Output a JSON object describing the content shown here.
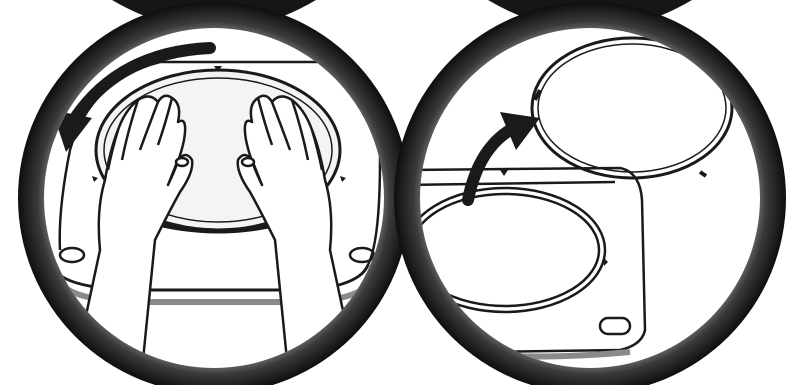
{
  "figure": {
    "panels": [
      {
        "id": "panel-1",
        "depicts": "hands-rotating-lid-ring",
        "arrow_direction": "counterclockwise",
        "icons": [
          "hand-left-icon",
          "hand-right-icon",
          "rotate-arrow-icon",
          "lid-ring-icon",
          "base-tray-icon"
        ]
      },
      {
        "id": "panel-2",
        "depicts": "lift-ring-off-base",
        "arrow_direction": "up",
        "icons": [
          "lift-arrow-icon",
          "lid-ring-icon",
          "base-tray-icon"
        ]
      }
    ],
    "colors": {
      "line": "#1a1a1a",
      "frame_dark": "#161616",
      "frame_light": "#9a9a9a",
      "ring_fill": "#f4f4f4",
      "gasket_gray": "#8a8a8a",
      "background": "#ffffff"
    }
  }
}
